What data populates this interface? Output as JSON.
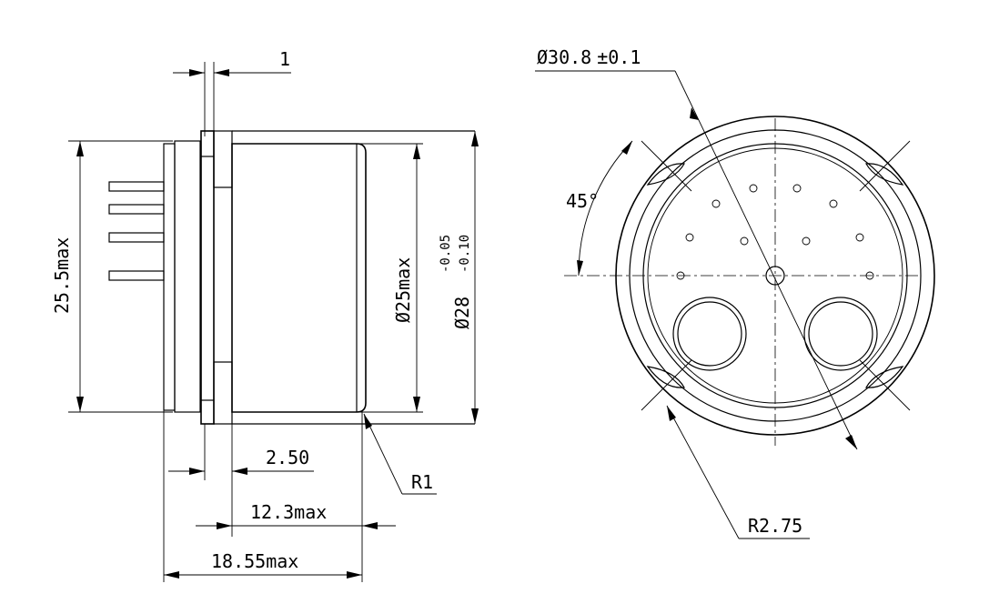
{
  "dimensions": {
    "flange_thickness": "1",
    "height_max": "25.5max",
    "can_diameter": "Ø25max",
    "body_diameter": "Ø28",
    "body_tol_upper": "-0.05",
    "body_tol_lower": "-0.10",
    "pin_offset": "2.50",
    "can_length": "12.3max",
    "overall_length": "18.55max",
    "corner_radius": "R1",
    "flange_diameter": "Ø30.8",
    "flange_tolerance": "±0.1",
    "angle": "45°",
    "notch_radius": "R2.75"
  },
  "colors": {
    "line": "#000000",
    "background": "#ffffff"
  }
}
